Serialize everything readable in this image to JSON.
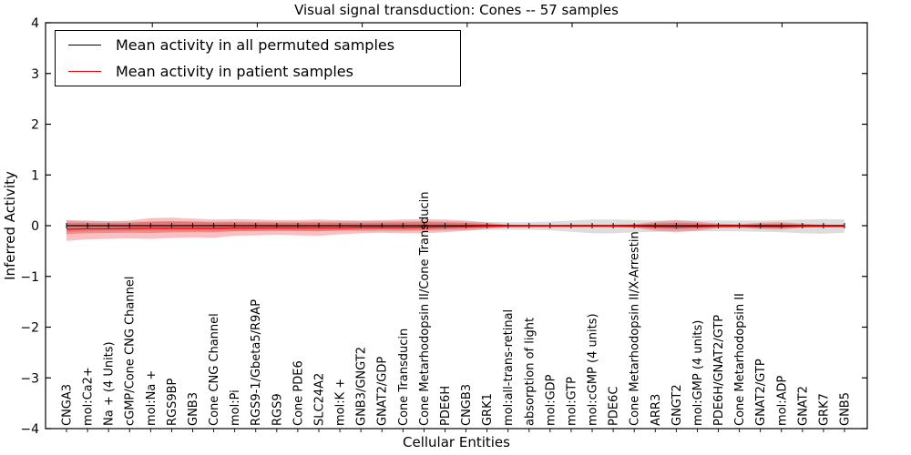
{
  "figure": {
    "title": "Visual signal transduction: Cones -- 57 samples",
    "xlabel": "Cellular Entities",
    "ylabel": "Inferred Activity"
  },
  "legend": {
    "entries": [
      {
        "label": "Mean activity in all permuted samples",
        "color": "#000000"
      },
      {
        "label": "Mean activity in patient samples",
        "color": "#ff0000"
      }
    ]
  },
  "chart_data": {
    "type": "line",
    "title": "Visual signal transduction: Cones -- 57 samples",
    "xlabel": "Cellular Entities",
    "ylabel": "Inferred Activity",
    "ylim": [
      -4,
      4
    ],
    "yticks": [
      -4,
      -3,
      -2,
      -1,
      0,
      1,
      2,
      3,
      4
    ],
    "ytick_labels": [
      "−4",
      "−3",
      "−2",
      "−1",
      "0",
      "1",
      "2",
      "3",
      "4"
    ],
    "grid": false,
    "legend_position": "upper left",
    "categories": [
      "CNGA3",
      "mol:Ca2+",
      "Na + (4 Units)",
      "cGMP/Cone CNG Channel",
      "mol:Na +",
      "RGS9BP",
      "GNB3",
      "Cone CNG Channel",
      "mol:Pi",
      "RGS9-1/Gbeta5/R9AP",
      "RGS9",
      "Cone PDE6",
      "SLC24A2",
      "mol:K +",
      "GNB3/GNGT2",
      "GNAT2/GDP",
      "Cone Transducin",
      "Cone Metarhodopsin II/Cone Transducin",
      "PDE6H",
      "CNGB3",
      "GRK1",
      "mol:all-trans-retinal",
      "absorption of light",
      "mol:GDP",
      "mol:GTP",
      "mol:cGMP (4 units)",
      "PDE6C",
      "Cone Metarhodopsin II/X-Arrestin",
      "ARR3",
      "GNGT2",
      "mol:GMP (4 units)",
      "PDE6H/GNAT2/GTP",
      "Cone Metarhodopsin II",
      "GNAT2/GTP",
      "mol:ADP",
      "GNAT2",
      "GRK7",
      "GNB5"
    ],
    "series": [
      {
        "name": "Mean activity in all permuted samples",
        "color": "#000000",
        "band_color": "rgba(120,120,120,0.25)",
        "values": [
          0,
          0,
          0,
          0,
          0,
          0,
          0,
          0,
          0,
          0,
          0,
          0,
          0,
          0,
          0,
          0,
          0,
          0,
          0,
          0,
          0,
          0,
          0,
          0,
          0,
          0,
          0,
          0,
          0,
          0,
          0,
          0,
          0,
          0,
          0,
          0,
          0,
          0
        ],
        "band_top": [
          0.1,
          0.09,
          0.085,
          0.08,
          0.08,
          0.08,
          0.08,
          0.08,
          0.08,
          0.08,
          0.08,
          0.08,
          0.08,
          0.085,
          0.09,
          0.09,
          0.09,
          0.09,
          0.085,
          0.08,
          0.075,
          0.07,
          0.07,
          0.08,
          0.1,
          0.12,
          0.12,
          0.11,
          0.1,
          0.1,
          0.1,
          0.1,
          0.1,
          0.1,
          0.11,
          0.12,
          0.13,
          0.12
        ],
        "band_bottom": [
          -0.12,
          -0.11,
          -0.1,
          -0.1,
          -0.1,
          -0.1,
          -0.1,
          -0.1,
          -0.1,
          -0.1,
          -0.1,
          -0.1,
          -0.1,
          -0.1,
          -0.11,
          -0.11,
          -0.11,
          -0.1,
          -0.095,
          -0.09,
          -0.085,
          -0.08,
          -0.08,
          -0.09,
          -0.12,
          -0.15,
          -0.15,
          -0.13,
          -0.12,
          -0.11,
          -0.11,
          -0.11,
          -0.11,
          -0.12,
          -0.13,
          -0.15,
          -0.16,
          -0.14
        ]
      },
      {
        "name": "Mean activity in patient samples",
        "color": "#ff0000",
        "band_color": "rgba(230,30,30,0.28)",
        "band_inner_color": "rgba(230,30,30,0.33)",
        "values": [
          -0.07,
          -0.06,
          -0.06,
          -0.055,
          -0.05,
          -0.05,
          -0.05,
          -0.05,
          -0.045,
          -0.045,
          -0.04,
          -0.04,
          -0.04,
          -0.04,
          -0.035,
          -0.035,
          -0.035,
          -0.03,
          -0.025,
          -0.02,
          -0.015,
          -0.01,
          -0.01,
          -0.01,
          -0.01,
          -0.01,
          -0.01,
          -0.015,
          -0.02,
          -0.025,
          -0.02,
          -0.015,
          -0.015,
          -0.02,
          -0.02,
          -0.015,
          -0.015,
          -0.015
        ],
        "band_top": [
          0.11,
          0.1,
          0.09,
          0.1,
          0.15,
          0.16,
          0.14,
          0.12,
          0.13,
          0.12,
          0.11,
          0.11,
          0.12,
          0.11,
          0.1,
          0.11,
          0.12,
          0.13,
          0.12,
          0.1,
          0.06,
          0.02,
          0.015,
          0.015,
          0.02,
          0.02,
          0.02,
          0.03,
          0.08,
          0.11,
          0.08,
          0.04,
          0.03,
          0.06,
          0.07,
          0.04,
          0.02,
          0.02
        ],
        "band_bottom": [
          -0.3,
          -0.27,
          -0.26,
          -0.25,
          -0.26,
          -0.24,
          -0.23,
          -0.24,
          -0.2,
          -0.19,
          -0.18,
          -0.19,
          -0.2,
          -0.17,
          -0.15,
          -0.14,
          -0.15,
          -0.15,
          -0.13,
          -0.1,
          -0.06,
          -0.03,
          -0.025,
          -0.02,
          -0.02,
          -0.02,
          -0.03,
          -0.04,
          -0.1,
          -0.13,
          -0.1,
          -0.05,
          -0.04,
          -0.07,
          -0.08,
          -0.04,
          -0.03,
          -0.03
        ],
        "band_inner_top": [
          0.06,
          0.055,
          0.05,
          0.055,
          0.08,
          0.09,
          0.08,
          0.065,
          0.07,
          0.065,
          0.06,
          0.06,
          0.065,
          0.06,
          0.055,
          0.06,
          0.065,
          0.07,
          0.065,
          0.055,
          0.033,
          0.011,
          0.008,
          0.008,
          0.011,
          0.011,
          0.011,
          0.017,
          0.044,
          0.06,
          0.044,
          0.022,
          0.017,
          0.033,
          0.039,
          0.022,
          0.011,
          0.011
        ],
        "band_inner_bottom": [
          -0.165,
          -0.149,
          -0.143,
          -0.138,
          -0.143,
          -0.132,
          -0.127,
          -0.132,
          -0.11,
          -0.105,
          -0.099,
          -0.105,
          -0.11,
          -0.094,
          -0.083,
          -0.077,
          -0.083,
          -0.083,
          -0.072,
          -0.055,
          -0.033,
          -0.017,
          -0.014,
          -0.011,
          -0.011,
          -0.011,
          -0.017,
          -0.022,
          -0.055,
          -0.072,
          -0.055,
          -0.028,
          -0.022,
          -0.039,
          -0.044,
          -0.022,
          -0.017,
          -0.017
        ]
      }
    ]
  }
}
